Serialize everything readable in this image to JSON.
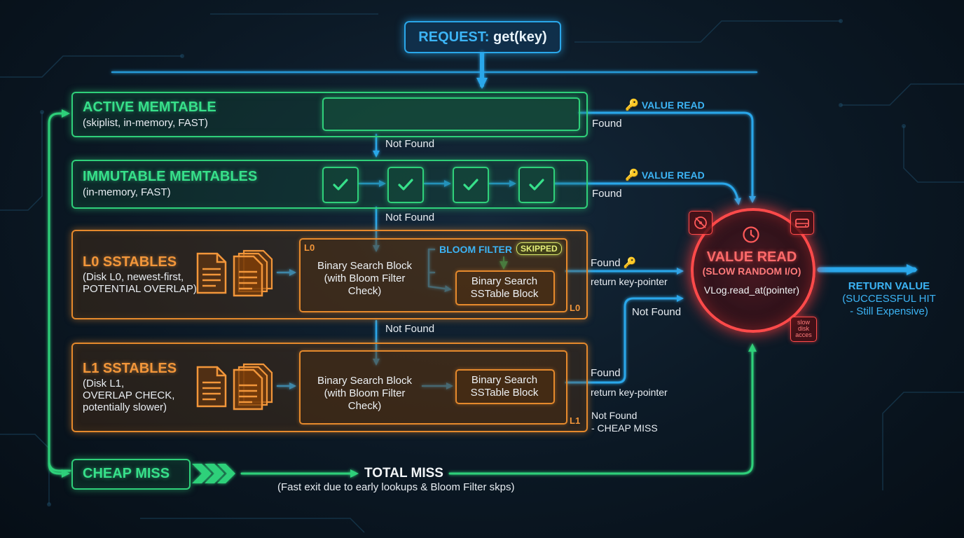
{
  "request": {
    "prefix": "REQUEST:",
    "call": "get(key)"
  },
  "active_memtable": {
    "title": "ACTIVE MEMTABLE",
    "subtitle": "(skiplist, in-memory, FAST)"
  },
  "immutable_memtables": {
    "title": "IMMUTABLE MEMTABLES",
    "subtitle": "(in-memory, FAST)"
  },
  "l0": {
    "title": "L0 SSTABLES",
    "subtitle_lines": [
      "(Disk L0, newest-first,",
      "POTENTIAL OVERLAP)"
    ],
    "tag_top": "L0",
    "tag_bottom": "L0",
    "search_lines": [
      "Binary Search Block",
      "(with Bloom Filter",
      "Check)"
    ],
    "bloom_label": "BLOOM FILTER",
    "skipped_label": "SKIPPED",
    "sst_lines": [
      "Binary Search",
      "SSTable Block"
    ]
  },
  "l1": {
    "title": "L1 SSTABLES",
    "subtitle_lines": [
      "(Disk L1,",
      "OVERLAP CHECK,",
      "potentially slower)"
    ],
    "tag_bottom": "L1",
    "search_lines": [
      "Binary Search Block",
      "(with Bloom Filter",
      "Check)"
    ],
    "sst_lines": [
      "Binary Search",
      "SSTable Block"
    ]
  },
  "edges": {
    "not_found": "Not Found",
    "found": "Found",
    "value_read": "VALUE READ",
    "return_key_pointer": "return key-pointer",
    "not_found_cheap_lines": [
      "Not Found",
      "- CHEAP MISS"
    ]
  },
  "value_read": {
    "title": "VALUE READ",
    "subtitle": "(SLOW RANDOM I/O)",
    "call": "VLog.read_at(pointer)",
    "slow_badge_lines": [
      "slow",
      "disk",
      "acces"
    ]
  },
  "return_value": {
    "lines": [
      "RETURN VALUE",
      "(SUCCESSFUL HIT",
      "- Still Expensive)"
    ]
  },
  "cheap_miss": {
    "label": "CHEAP MISS"
  },
  "total_miss": {
    "title": "TOTAL MISS",
    "subtitle": "(Fast exit due to early lookups & Bloom Filter skps)"
  },
  "colors": {
    "green": "#2fd07a",
    "orange": "#e5892c",
    "blue": "#2aa7ea",
    "red": "#ff4a4a"
  }
}
